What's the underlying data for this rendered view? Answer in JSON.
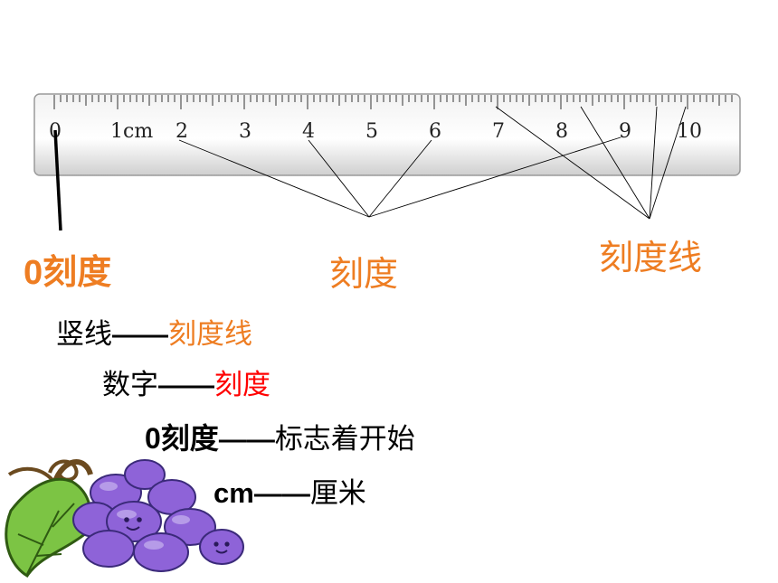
{
  "ruler": {
    "unit_label": "1cm",
    "numbers": [
      "0",
      "2",
      "3",
      "4",
      "5",
      "6",
      "7",
      "8",
      "9",
      "10"
    ]
  },
  "callouts": {
    "zero_mark": "0刻度",
    "number_mark": "刻度",
    "tick_line": "刻度线"
  },
  "definitions": [
    {
      "term": "竖线",
      "dash": "——",
      "meaning": "刻度线"
    },
    {
      "term": "数字",
      "dash": "——",
      "meaning": "刻度"
    },
    {
      "term": "0刻度",
      "dash": "——",
      "meaning": "标志着开始"
    },
    {
      "term": "cm",
      "dash": "——",
      "meaning": "厘米"
    }
  ],
  "colors": {
    "callout": "#ee7d22",
    "meaning_scale": "#ff0000",
    "grape": "#8e63d8",
    "leaf": "#7cc444"
  },
  "decoration": {
    "icon": "grapes-icon"
  }
}
